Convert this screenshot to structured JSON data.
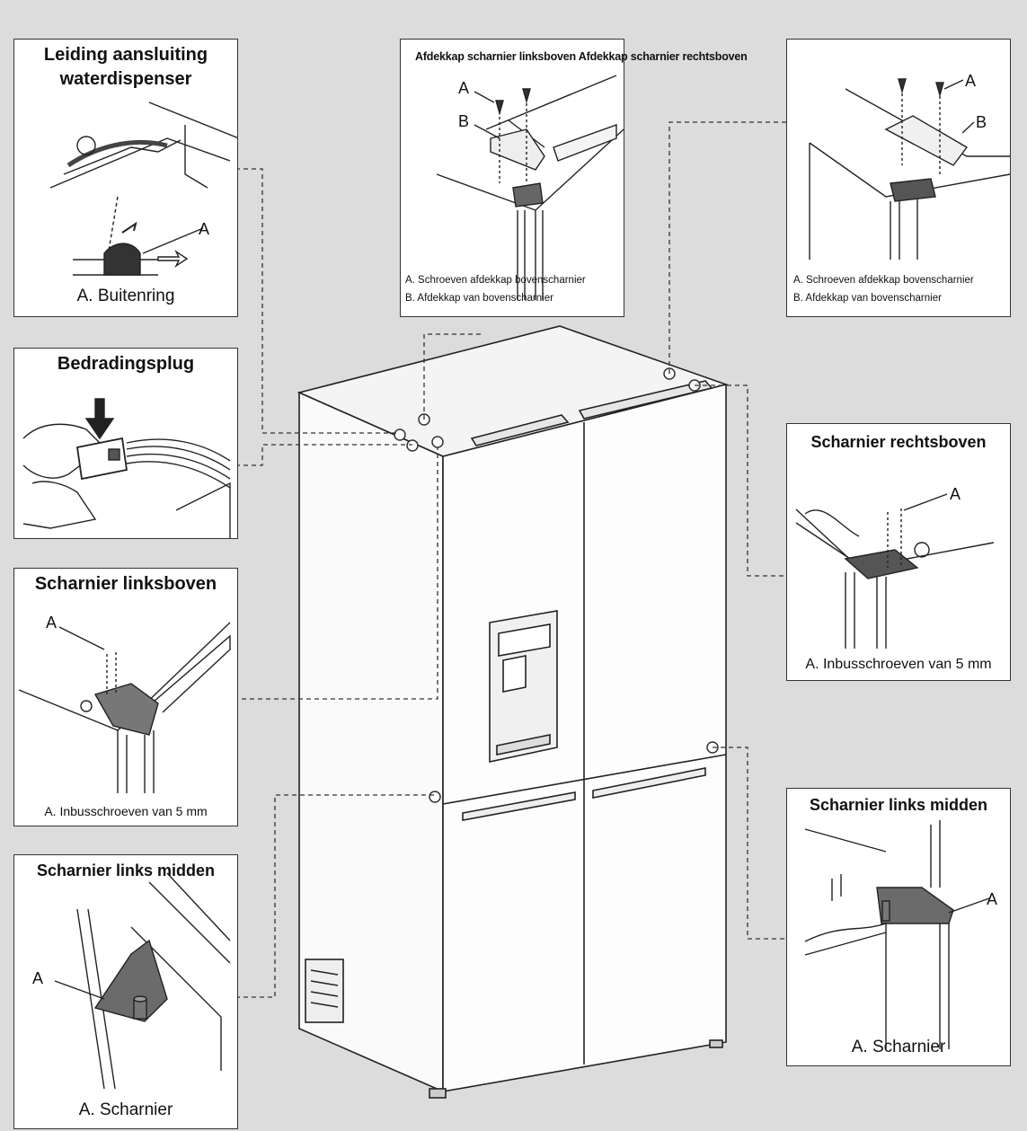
{
  "panels": {
    "waterdispenser": {
      "title_line1": "Leiding aansluiting",
      "title_line2": "waterdispenser",
      "caption": "A. Buitenring",
      "label_a": "A"
    },
    "bedradingsplug": {
      "title": "Bedradingsplug"
    },
    "scharnier_linksboven": {
      "title": "Scharnier linksboven",
      "caption": "A. Inbusschroeven van 5 mm",
      "label_a": "A"
    },
    "scharnier_links_midden_left": {
      "title": "Scharnier links midden",
      "caption": "A. Scharnier",
      "label_a": "A"
    },
    "afdekkap_linksboven": {
      "title": "Afdekkap scharnier linksboven Afdekkap scharnier rechtsboven",
      "caption_a": "A. Schroeven afdekkap bovenscharnier",
      "caption_b": "B. Afdekkap van bovenscharnier",
      "label_a": "A",
      "label_b": "B"
    },
    "afdekkap_rechtsboven": {
      "caption_a": "A. Schroeven afdekkap bovenscharnier",
      "caption_b": "B. Afdekkap van bovenscharnier",
      "label_a": "A",
      "label_b": "B"
    },
    "scharnier_rechtsboven": {
      "title": "Scharnier rechtsboven",
      "caption": "A. Inbusschroeven van 5 mm",
      "label_a": "A"
    },
    "scharnier_links_midden_right": {
      "title": "Scharnier links midden",
      "caption": "A. Scharnier",
      "label_a": "A"
    }
  },
  "colors": {
    "background": "#dcdcdc",
    "panel_border": "#333333",
    "line": "#222222",
    "hinge_fill": "#6b6b6b",
    "fridge_top": "#f2f2f2"
  }
}
